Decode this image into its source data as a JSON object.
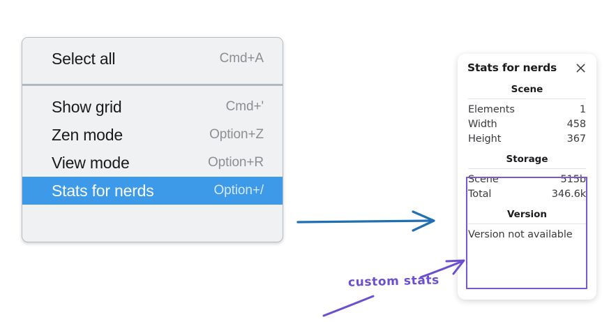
{
  "context_menu": {
    "groups": [
      {
        "items": [
          {
            "label": "Select all",
            "shortcut": "Cmd+A",
            "selected": false
          }
        ]
      },
      {
        "items": [
          {
            "label": "Show grid",
            "shortcut": "Cmd+'",
            "selected": false
          },
          {
            "label": "Zen mode",
            "shortcut": "Option+Z",
            "selected": false
          },
          {
            "label": "View mode",
            "shortcut": "Option+R",
            "selected": false
          },
          {
            "label": "Stats for nerds",
            "shortcut": "Option+/",
            "selected": true
          }
        ]
      }
    ],
    "highlight_color": "#3d9ae8"
  },
  "stats_panel": {
    "title": "Stats for nerds",
    "close_icon": "close-icon",
    "sections": [
      {
        "heading": "Scene",
        "rows": [
          {
            "label": "Elements",
            "value": "1"
          },
          {
            "label": "Width",
            "value": "458"
          },
          {
            "label": "Height",
            "value": "367"
          }
        ]
      },
      {
        "heading": "Storage",
        "rows": [
          {
            "label": "Scene",
            "value": "515b"
          },
          {
            "label": "Total",
            "value": "346.6k"
          }
        ]
      },
      {
        "heading": "Version",
        "note": "Version not available"
      }
    ]
  },
  "annotations": {
    "custom_stats_label": "custom stats",
    "purple_color": "#6c4fd0",
    "blue_arrow_color": "#1f6fb2"
  }
}
